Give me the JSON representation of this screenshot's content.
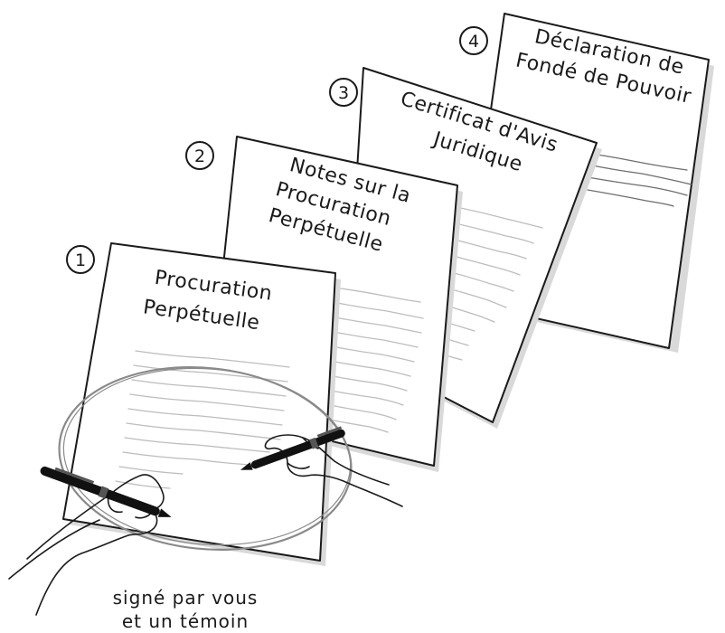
{
  "documents": [
    {
      "number": "1",
      "title_lines": [
        "Procuration",
        "Perpétuelle"
      ]
    },
    {
      "number": "2",
      "title_lines": [
        "Notes sur la",
        "Procuration",
        "Perpétuelle"
      ]
    },
    {
      "number": "3",
      "title_lines": [
        "Certificat d'Avis",
        "Juridique"
      ]
    },
    {
      "number": "4",
      "title_lines": [
        "Déclaration de",
        "Fondé de Pouvoir"
      ]
    }
  ],
  "caption_lines": [
    "signé par vous",
    "et un témoin"
  ]
}
